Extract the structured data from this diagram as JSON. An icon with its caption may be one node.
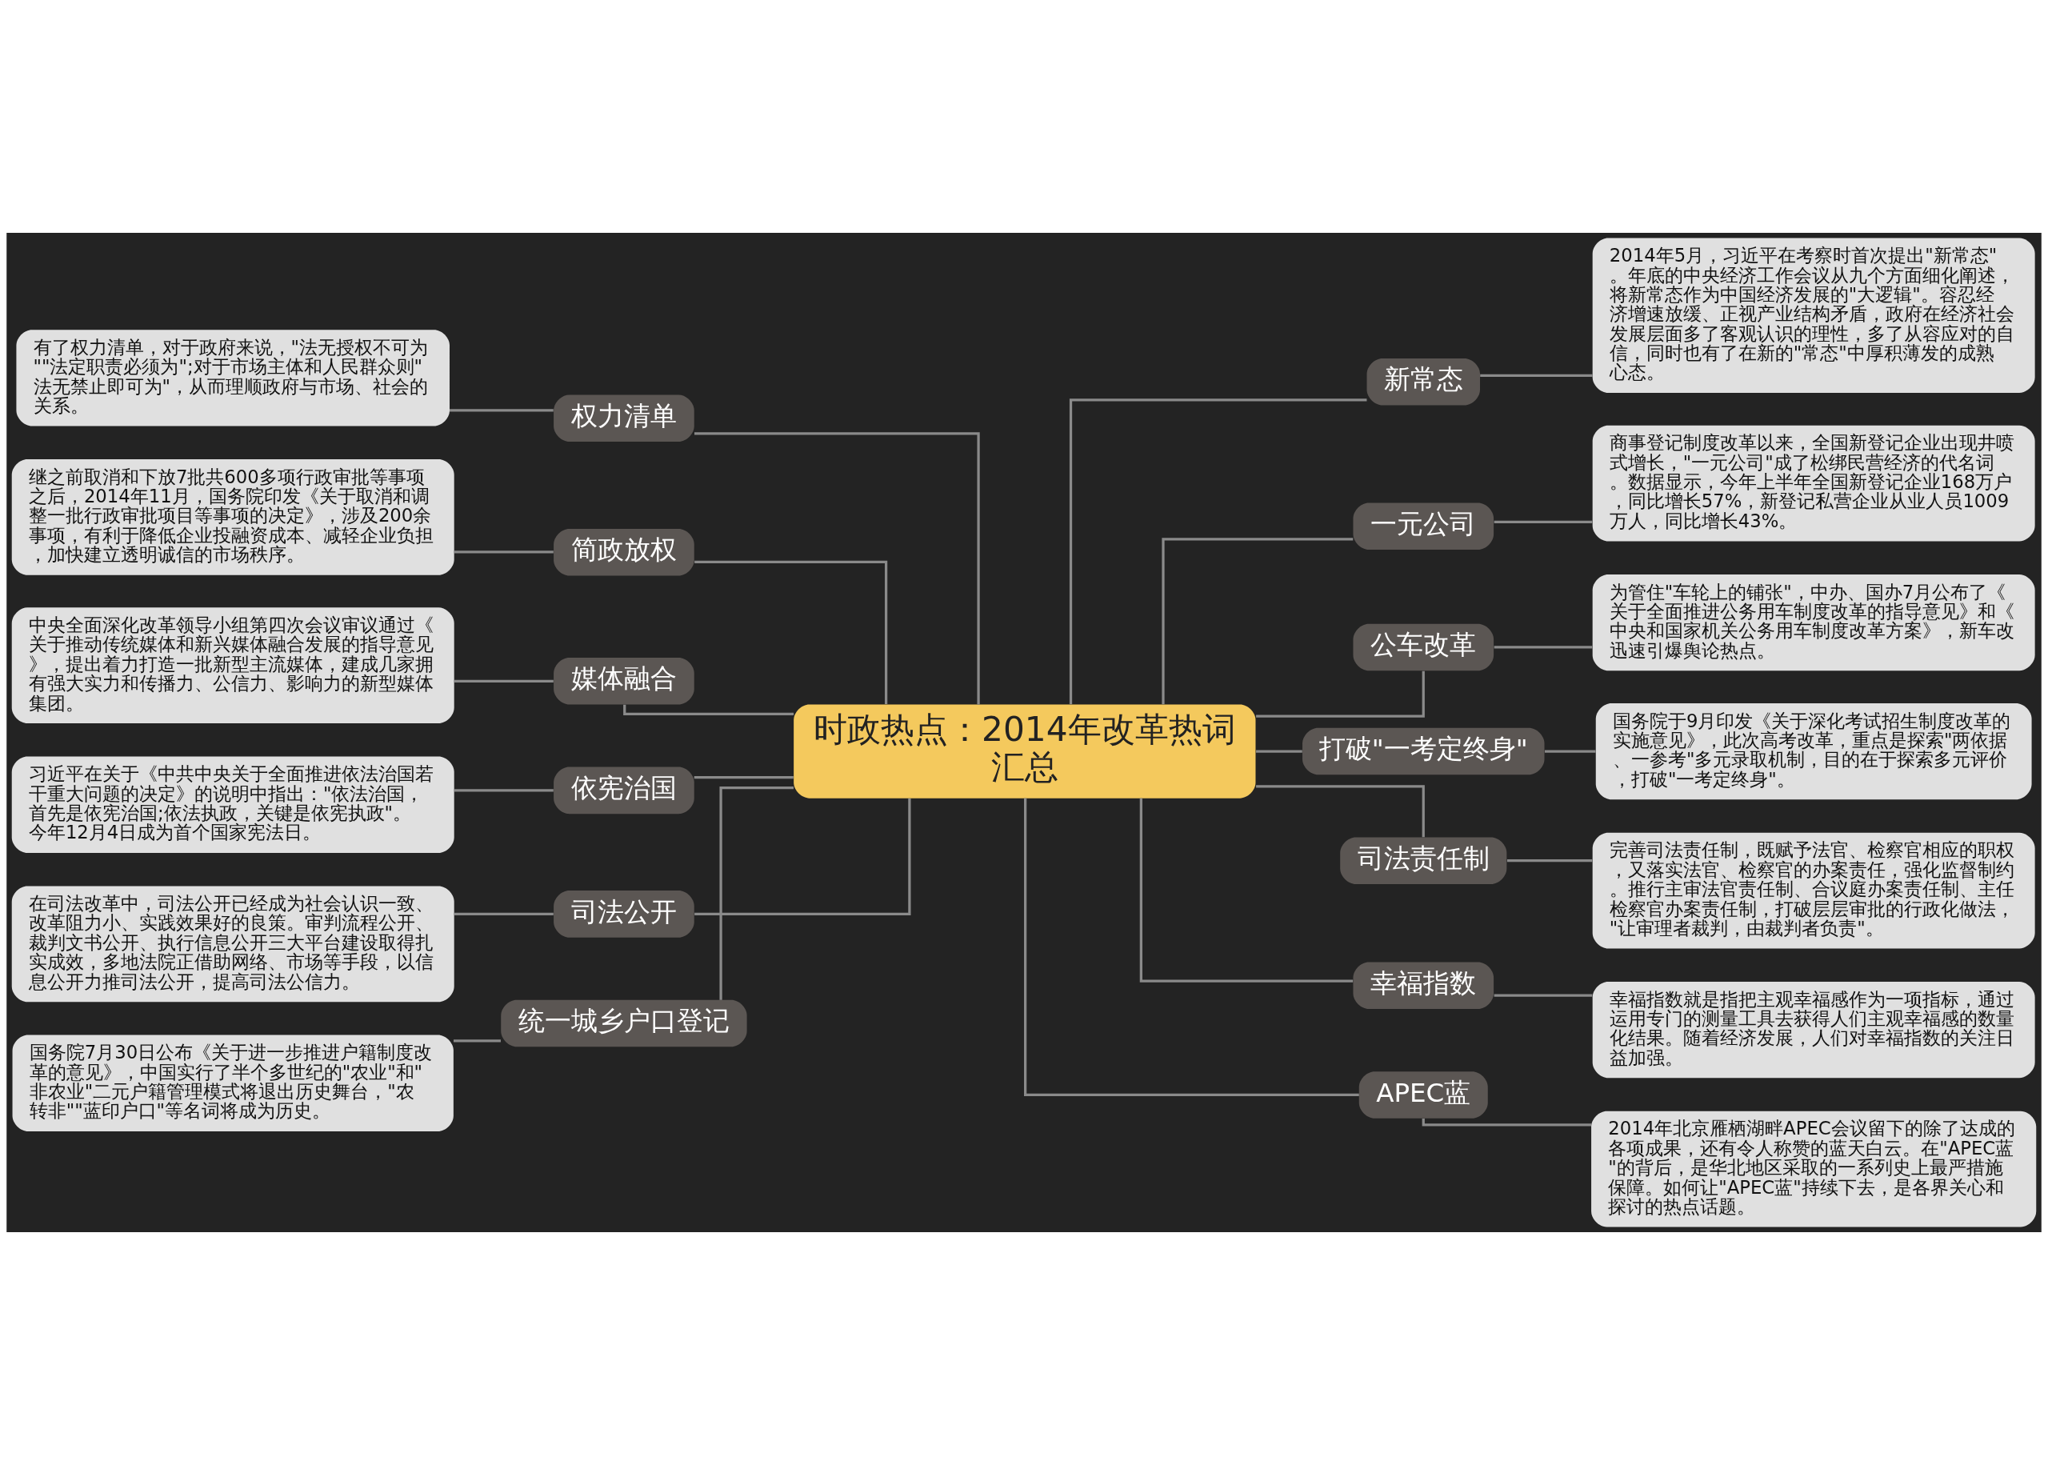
{
  "diagram": {
    "nodes": [
      {
        "text": [
          "时政热点：2014年改革热词汇总"
        ]
      },
      {
        "text": [
          "权力清单"
        ]
      },
      {
        "text": [
          "有了权力清单，对于政府来说，\"法无授权不可为\"\"法定职责必须为\";对于市场主体和人民群众则\"法无禁止即可为\"，从而理顺政府与市场、社会的关系。"
        ]
      },
      {
        "text": [
          "简政放权"
        ]
      },
      {
        "text": [
          "继之前取消和下放7批共600多项行政审批等事项之后，2014年11月，国务院印发《关于取消和调整一批行政审批项目等事项的决定》，涉及200余事项，有利于降低企业投融资成本、减轻企业负担，加快建立透明诚信的市场秩序。"
        ]
      },
      {
        "text": [
          "媒体融合"
        ]
      },
      {
        "text": [
          "中央全面深化改革领导小组第四次会议审议通过《关于推动传统媒体和新兴媒体融合发展的指导意见》，提出着力打造一批新型主流媒体，建成几家拥有强大实力和传播力、公信力、影响力的新型媒体集团。"
        ]
      },
      {
        "text": [
          "依宪治国"
        ]
      },
      {
        "text": [
          "习近平在关于《中共中央关于全面推进依法治国若干重大问题的决定》的说明中指出：\"依法治国，首先是依宪治国;依法执政，关键是依宪执政\"。今年12月4日成为首个国家宪法日。"
        ]
      },
      {
        "text": [
          "司法公开"
        ]
      },
      {
        "text": [
          "在司法改革中，司法公开已经成为社会认识一致、改革阻力小、实践效果好的良策。审判流程公开、裁判文书公开、执行信息公开三大平台建设取得扎实成效，多地法院正借助网络、市场等手段，以信息公开力推司法公开，提高司法公信力。"
        ]
      },
      {
        "text": [
          "统一城乡户口登记"
        ]
      },
      {
        "text": [
          "国务院7月30日公布《关于进一步推进户籍制度改革的意见》，中国实行了半个多世纪的\"农业\"和\"非农业\"二元户籍管理模式将退出历史舞台，\"农转非\"\"蓝印户口\"等名词将成为历史。"
        ]
      },
      {
        "text": [
          "新常态"
        ]
      },
      {
        "text": [
          "2014年5月，习近平在考察时首次提出\"新常态\"。年底的中央经济工作会议从九个方面细化阐述，将新常态作为中国经济发展的\"大逻辑\"。容忍经济增速放缓、正视产业结构矛盾，政府在经济社会发展层面多了客观认识的理性，多了从容应对的自信，同时也有了在新的\"常态\"中厚积薄发的成熟心态。"
        ]
      },
      {
        "text": [
          "一元公司"
        ]
      },
      {
        "text": [
          "商事登记制度改革以来，全国新登记企业出现井喷式增长，\"一元公司\"成了松绑民营经济的代名词。数据显示，今年上半年全国新登记企业168万户，同比增长57%，新登记私营企业从业人员1009万人，同比增长43%。"
        ]
      },
      {
        "text": [
          "公车改革"
        ]
      },
      {
        "text": [
          "为管住\"车轮上的铺张\"，中办、国办7月公布了《关于全面推进公务用车制度改革的指导意见》和《中央和国家机关公务用车制度改革方案》，新车改迅速引爆舆论热点。"
        ]
      },
      {
        "text": [
          "打破\"一考定终身\""
        ]
      },
      {
        "text": [
          "国务院于9月印发《关于深化考试招生制度改革的实施意见》，此次高考改革，重点是探索\"两依据、一参考\"多元录取机制，目的在于探索多元评价，打破\"一考定终身\"。"
        ]
      },
      {
        "text": [
          "司法责任制"
        ]
      },
      {
        "text": [
          "完善司法责任制，既赋予法官、检察官相应的职权，又落实法官、检察官的办案责任，强化监督制约。推行主审法官责任制、合议庭办案责任制、主任检察官办案责任制，打破层层审批的行政化做法，\"让审理者裁判，由裁判者负责\"。"
        ]
      },
      {
        "text": [
          "幸福指数"
        ]
      },
      {
        "text": [
          "幸福指数就是指把主观幸福感作为一项指标，通过运用专门的测量工具去获得人们主观幸福感的数量化结果。随着经济发展，人们对幸福指数的关注日益加强。"
        ]
      },
      {
        "text": [
          "APEC蓝"
        ]
      },
      {
        "text": [
          "2014年北京雁栖湖畔APEC会议留下的除了达成的各项成果，还有令人称赞的蓝天白云。在\"APEC蓝\"的背后，是华北地区采取的一系列史上最严措施保障。如何让\"APEC蓝\"持续下去，是各界关心和探讨的热点话题。"
        ]
      }
    ],
    "edges": [
      {
        "from": 0,
        "to": 1,
        "arrow": "none"
      },
      {
        "from": 1,
        "to": 2,
        "arrow": "none"
      },
      {
        "from": 0,
        "to": 3,
        "arrow": "none"
      },
      {
        "from": 3,
        "to": 4,
        "arrow": "none"
      },
      {
        "from": 0,
        "to": 5,
        "arrow": "none"
      },
      {
        "from": 5,
        "to": 6,
        "arrow": "none"
      },
      {
        "from": 0,
        "to": 7,
        "arrow": "none"
      },
      {
        "from": 7,
        "to": 8,
        "arrow": "none"
      },
      {
        "from": 0,
        "to": 9,
        "arrow": "none"
      },
      {
        "from": 9,
        "to": 10,
        "arrow": "none"
      },
      {
        "from": 0,
        "to": 11,
        "arrow": "none"
      },
      {
        "from": 11,
        "to": 12,
        "arrow": "none"
      },
      {
        "from": 0,
        "to": 13,
        "arrow": "none"
      },
      {
        "from": 13,
        "to": 14,
        "arrow": "none"
      },
      {
        "from": 0,
        "to": 15,
        "arrow": "none"
      },
      {
        "from": 15,
        "to": 16,
        "arrow": "none"
      },
      {
        "from": 0,
        "to": 17,
        "arrow": "none"
      },
      {
        "from": 17,
        "to": 18,
        "arrow": "none"
      },
      {
        "from": 0,
        "to": 19,
        "arrow": "none"
      },
      {
        "from": 19,
        "to": 20,
        "arrow": "none"
      },
      {
        "from": 0,
        "to": 21,
        "arrow": "none"
      },
      {
        "from": 21,
        "to": 22,
        "arrow": "none"
      },
      {
        "from": 0,
        "to": 23,
        "arrow": "none"
      },
      {
        "from": 23,
        "to": 24,
        "arrow": "none"
      },
      {
        "from": 0,
        "to": 25,
        "arrow": "none"
      },
      {
        "from": 25,
        "to": 26,
        "arrow": "none"
      }
    ]
  }
}
